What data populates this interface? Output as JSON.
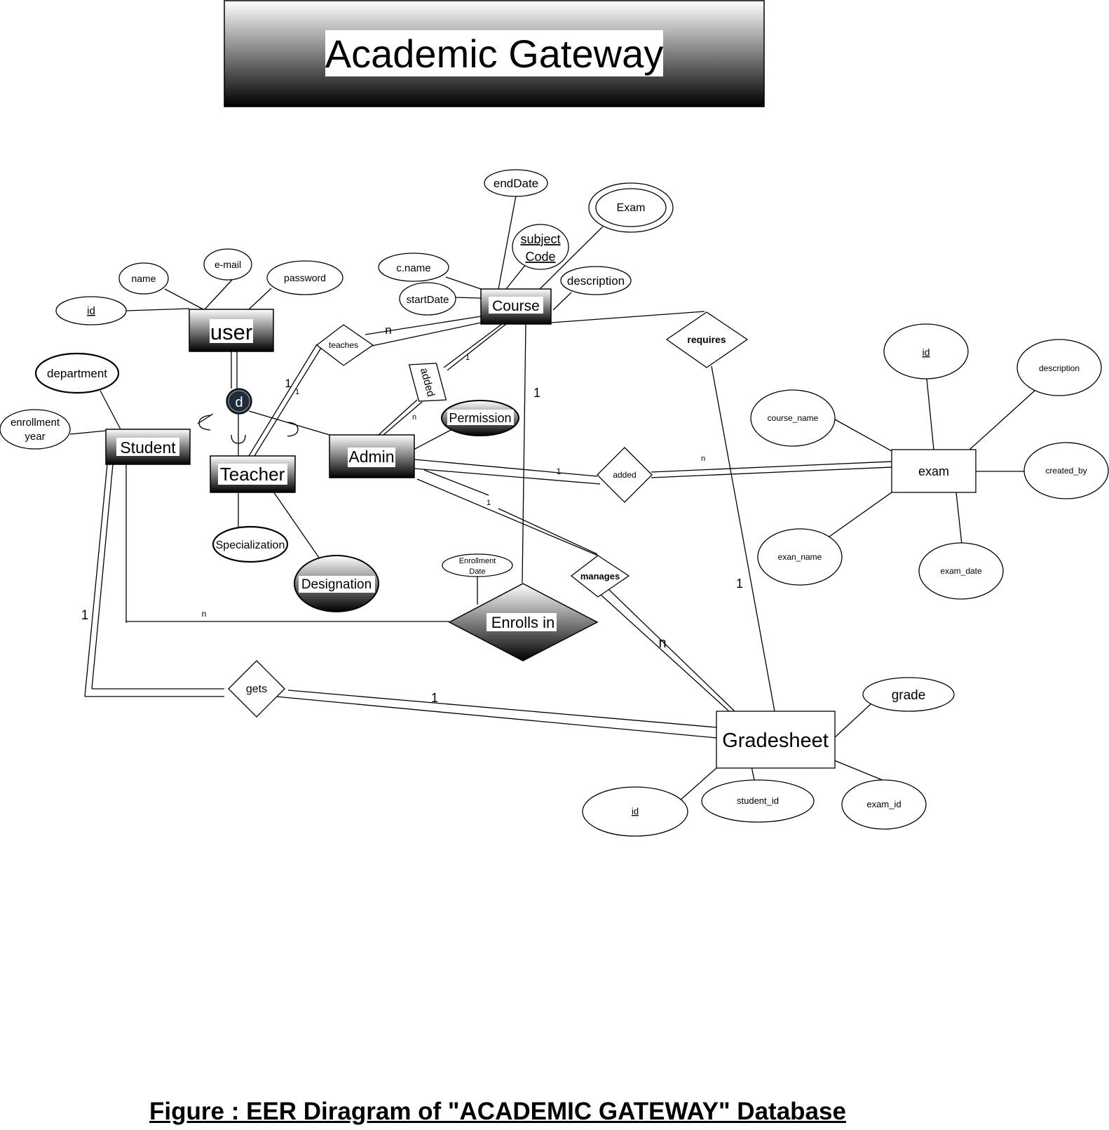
{
  "title": "Academic Gateway",
  "caption": "Figure : EER Diragram of \"ACADEMIC GATEWAY\" Database",
  "entities": {
    "user": "user",
    "student": "Student",
    "teacher": "Teacher",
    "admin": "Admin",
    "course": "Course",
    "exam": "exam",
    "gradesheet": "Gradesheet"
  },
  "specialization_symbol": "d",
  "relationships": {
    "teaches": "teaches",
    "added_course": "added",
    "requires": "requires",
    "added_exam": "added",
    "manages": "manages",
    "enrolls_in": "Enrolls in",
    "gets": "gets"
  },
  "attributes": {
    "user": {
      "id": "id",
      "name": "name",
      "email": "e-mail",
      "password": "password"
    },
    "student": {
      "department": "department",
      "enrollment_year_1": "enrollment",
      "enrollment_year_2": "year"
    },
    "teacher": {
      "specialization": "Specialization",
      "designation": "Designation"
    },
    "admin": {
      "permission": "Permission"
    },
    "course": {
      "end_date": "endDate",
      "exam": "Exam",
      "subject_code_1": "subject",
      "subject_code_2": "Code",
      "c_name": "c.name",
      "start_date": "startDate",
      "description": "description"
    },
    "exam": {
      "id": "id",
      "description": "description",
      "course_name": "course_name",
      "created_by": "created_by",
      "exan_name": "exan_name",
      "exam_date": "exam_date"
    },
    "enrolls_in": {
      "enrollment_date_1": "Enrollment",
      "enrollment_date_2": "Date"
    },
    "gradesheet": {
      "grade": "grade",
      "id": "id",
      "student_id": "student_id",
      "exam_id": "exam_id"
    }
  },
  "cardinalities": {
    "teaches_course": "n",
    "teaches_teacher_a": "1",
    "teaches_teacher_b": "1",
    "added_course_course": "1",
    "added_course_admin": "n",
    "enrolls_course": "1",
    "added_exam_admin": "1",
    "added_exam_exam": "n",
    "manages_admin": "1",
    "manages_gradesheet": "n",
    "requires_gradesheet": "1",
    "enrolls_student": "n",
    "gets_student": "1",
    "gets_gradesheet": "1"
  }
}
